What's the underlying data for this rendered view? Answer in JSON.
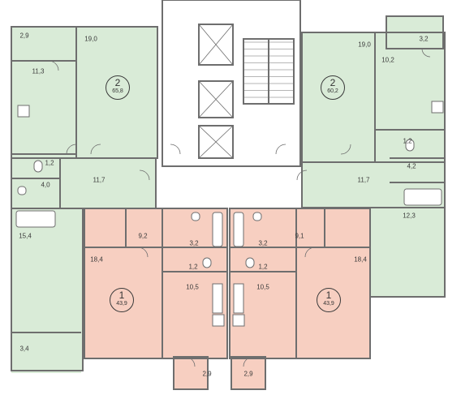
{
  "colors": {
    "two_room": "#d9ebd7",
    "one_room": "#f7cfc1",
    "wall": "#6e6e6e",
    "common": "#ffffff"
  },
  "apartments": [
    {
      "id": "apt-left-2",
      "rooms": "2",
      "area": "65,8"
    },
    {
      "id": "apt-right-2",
      "rooms": "2",
      "area": "60,2"
    },
    {
      "id": "apt-left-1",
      "rooms": "1",
      "area": "43,9"
    },
    {
      "id": "apt-right-1",
      "rooms": "1",
      "area": "43,9"
    }
  ],
  "room_labels": [
    "2,9",
    "19,0",
    "11,3",
    "1,2",
    "11,7",
    "4,0",
    "15,4",
    "3,4",
    "3,2",
    "19,0",
    "10,2",
    "1,2",
    "11,7",
    "4,2",
    "12,3",
    "9,2",
    "3,2",
    "18,4",
    "1,2",
    "10,5",
    "2,9",
    "3,2",
    "9,1",
    "18,4",
    "1,2",
    "10,5",
    "2,9"
  ]
}
